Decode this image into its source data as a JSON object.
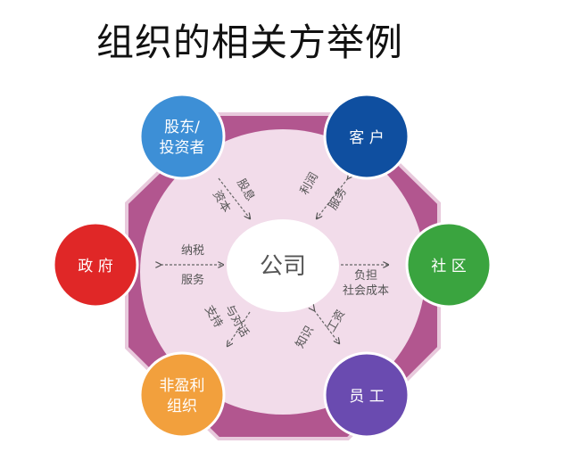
{
  "title": "组织的相关方举例",
  "center": {
    "label": "公司"
  },
  "nodes": {
    "shareholders": {
      "line1": "股东/",
      "line2": "投资者",
      "color": "#3d8fd6"
    },
    "customers": {
      "label": "客 户",
      "color": "#0f4fa0"
    },
    "government": {
      "label": "政 府",
      "color": "#e02727"
    },
    "community": {
      "label": "社 区",
      "color": "#3aa43f"
    },
    "nonprofit": {
      "line1": "非盈利",
      "line2": "组织",
      "color": "#f2a03d"
    },
    "employees": {
      "label": "员 工",
      "color": "#6a4bb0"
    }
  },
  "flows": {
    "shareholders": {
      "a": "股息",
      "b": "资本"
    },
    "customers": {
      "a": "利润",
      "b": "服务"
    },
    "government": {
      "a": "纳税",
      "b": "服务"
    },
    "community": {
      "a": "负担",
      "b": "社会成本"
    },
    "nonprofit": {
      "a": "与对话",
      "b": "支持"
    },
    "employees": {
      "a": "工资",
      "b": "知识"
    }
  },
  "colors": {
    "ring": "#b2568f",
    "inner": "#f2dcea"
  }
}
